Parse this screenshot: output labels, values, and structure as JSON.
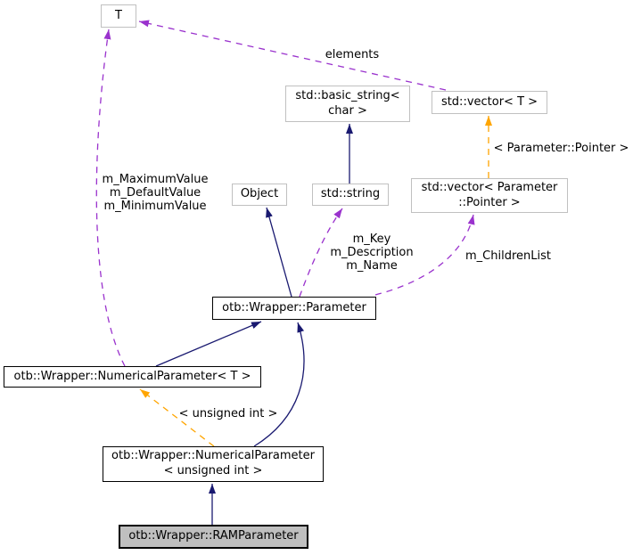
{
  "colors": {
    "inheritance_edge": "#191970",
    "usage_edge": "#9a32cd",
    "template_edge": "#ffa500",
    "node_border": "#c0c0c0",
    "node_border_strong": "#000000",
    "current_node_fill": "#bfbfbf",
    "background": "#ffffff"
  },
  "nodes": {
    "t": {
      "label": "T"
    },
    "basic_string": {
      "label": "std::basic_string<\nchar >"
    },
    "vector_t": {
      "label": "std::vector< T >"
    },
    "object": {
      "label": "Object"
    },
    "std_string": {
      "label": "std::string"
    },
    "vector_param_pointer": {
      "label": "std::vector< Parameter\n::Pointer >"
    },
    "parameter": {
      "label": "otb::Wrapper::Parameter"
    },
    "numerical_param_t": {
      "label": "otb::Wrapper::NumericalParameter< T >"
    },
    "numerical_param_uint": {
      "label": "otb::Wrapper::NumericalParameter\n< unsigned int >"
    },
    "ram_parameter": {
      "label": "otb::Wrapper::RAMParameter"
    }
  },
  "edge_labels": {
    "elements": "elements",
    "template_param_pointer": "< Parameter::Pointer >",
    "numeric_members": "m_MaximumValue\nm_DefaultValue\nm_MinimumValue",
    "string_members": "m_Key\nm_Description\nm_Name",
    "children_list": "m_ChildrenList",
    "template_unsigned_int": "< unsigned int >"
  }
}
